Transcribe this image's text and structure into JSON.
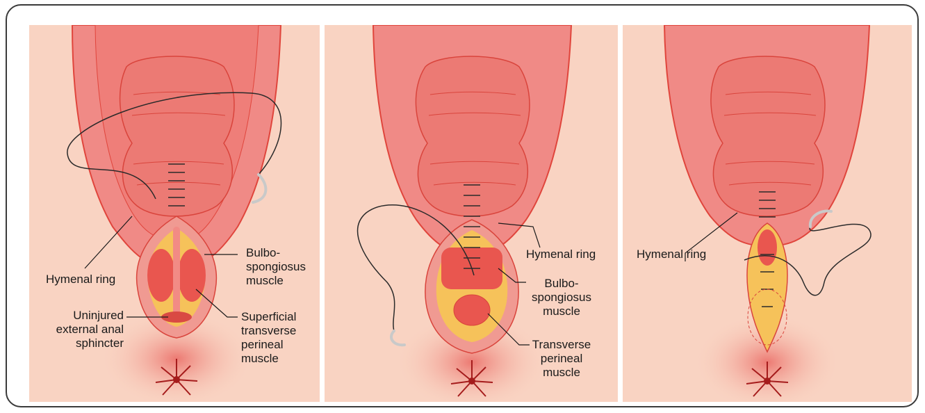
{
  "panels": [
    {
      "labels": {
        "hymenal_ring": "Hymenal ring",
        "bulbospongiosus": "Bulbo-\nspongiosus\nmuscle",
        "uninjured_eas": "Uninjured\nexternal anal\nsphincter",
        "superficial_transverse": "Superficial\ntransverse\nperineal\nmuscle"
      }
    },
    {
      "labels": {
        "hymenal_ring": "Hymenal ring",
        "bulbospongiosus": "Bulbo-\nspongiosus\nmuscle",
        "transverse": "Transverse\nperineal\nmuscle"
      }
    },
    {
      "labels": {
        "hymenal_ring": "Hymenal ring"
      }
    }
  ],
  "colors": {
    "background": "#f9d3c2",
    "labia": "#f08a86",
    "labia_edge": "#e0453c",
    "vaginal_wall": "#ec7a74",
    "fat": "#f6c25a",
    "muscle": "#e9564f",
    "suture": "#2a2a2a",
    "needle": "#c9c9c9",
    "anus": "#a51c1c"
  },
  "icons": [
    "suture-needle-icon",
    "anus-icon"
  ]
}
